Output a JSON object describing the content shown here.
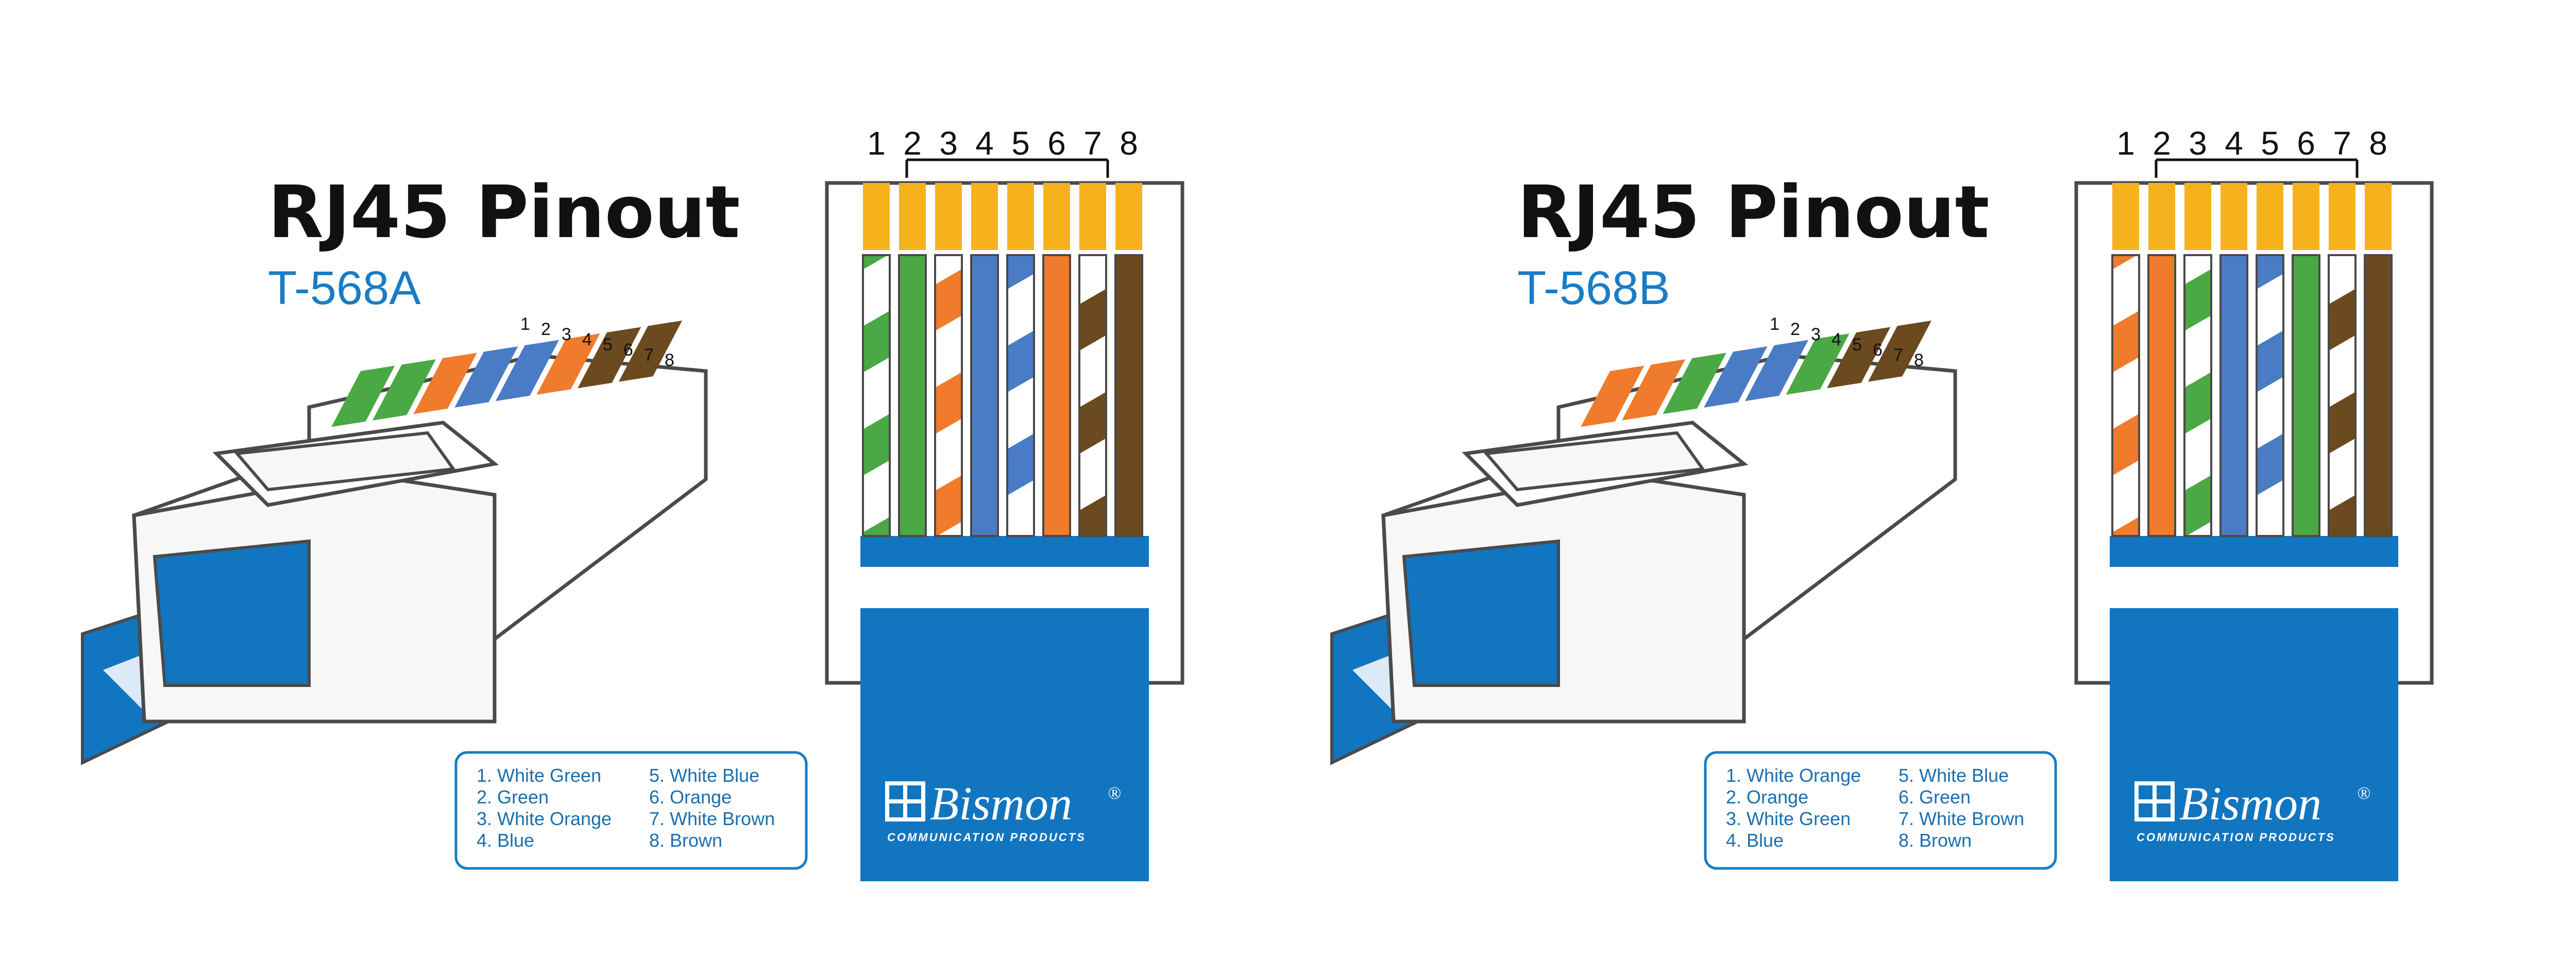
{
  "colors": {
    "white": "#ffffff",
    "green": "#4aa845",
    "orange": "#f07b2c",
    "blue": "#4a7cc6",
    "brown": "#6b4a1f",
    "gold_contact": "#f5b21d",
    "connector_blue": "#1275c0",
    "outline": "#5a5a5a",
    "accent_text": "#1a7cc4"
  },
  "panels": [
    {
      "id": "t568a",
      "title": "RJ45 Pinout",
      "subtitle": "T-568A",
      "pin_numbers": [
        "1",
        "2",
        "3",
        "4",
        "5",
        "6",
        "7",
        "8"
      ],
      "wires": [
        {
          "pin": 1,
          "color": "green",
          "striped": true
        },
        {
          "pin": 2,
          "color": "green",
          "striped": false
        },
        {
          "pin": 3,
          "color": "orange",
          "striped": true
        },
        {
          "pin": 4,
          "color": "blue",
          "striped": false
        },
        {
          "pin": 5,
          "color": "blue",
          "striped": true
        },
        {
          "pin": 6,
          "color": "orange",
          "striped": false
        },
        {
          "pin": 7,
          "color": "brown",
          "striped": true
        },
        {
          "pin": 8,
          "color": "brown",
          "striped": false
        }
      ],
      "legend": [
        "1. White Green",
        "2. Green",
        "3. White Orange",
        "4. Blue",
        "5. White Blue",
        "6. Orange",
        "7. White Brown",
        "8. Brown"
      ],
      "brand": {
        "name": "Bismon",
        "mark": "®",
        "tagline": "COMMUNICATION PRODUCTS"
      }
    },
    {
      "id": "t568b",
      "title": "RJ45 Pinout",
      "subtitle": "T-568B",
      "pin_numbers": [
        "1",
        "2",
        "3",
        "4",
        "5",
        "6",
        "7",
        "8"
      ],
      "wires": [
        {
          "pin": 1,
          "color": "orange",
          "striped": true
        },
        {
          "pin": 2,
          "color": "orange",
          "striped": false
        },
        {
          "pin": 3,
          "color": "green",
          "striped": true
        },
        {
          "pin": 4,
          "color": "blue",
          "striped": false
        },
        {
          "pin": 5,
          "color": "blue",
          "striped": true
        },
        {
          "pin": 6,
          "color": "green",
          "striped": false
        },
        {
          "pin": 7,
          "color": "brown",
          "striped": true
        },
        {
          "pin": 8,
          "color": "brown",
          "striped": false
        }
      ],
      "legend": [
        "1. White Orange",
        "2. Orange",
        "3. White Green",
        "4. Blue",
        "5. White Blue",
        "6. Green",
        "7. White Brown",
        "8. Brown"
      ],
      "brand": {
        "name": "Bismon",
        "mark": "®",
        "tagline": "COMMUNICATION PRODUCTS"
      }
    }
  ]
}
